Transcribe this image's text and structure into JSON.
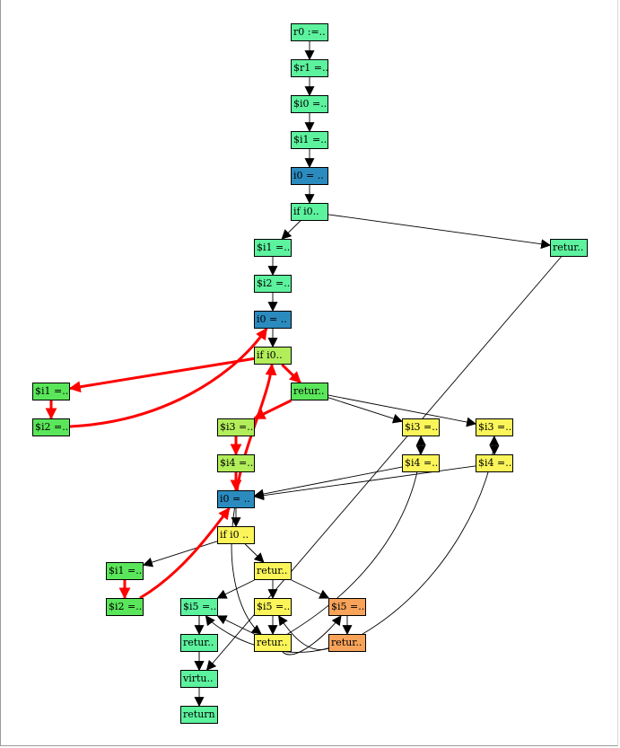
{
  "colors": {
    "green": "#5cf29e",
    "blue": "#2b8bbf",
    "yellow": "#fbf55a",
    "lime": "#b2ee5a",
    "bright_green": "#5ae65a",
    "orange": "#f7a35a",
    "edge": "#000000",
    "highlight": "#ff0000"
  },
  "nodes": [
    {
      "id": "n0",
      "label": "r0 :=..",
      "color": "green"
    },
    {
      "id": "n1",
      "label": "$r1 =..",
      "color": "green"
    },
    {
      "id": "n2",
      "label": "$i0 =..",
      "color": "green"
    },
    {
      "id": "n3",
      "label": "$i1 =..",
      "color": "green"
    },
    {
      "id": "n4",
      "label": "i0 = ..",
      "color": "blue"
    },
    {
      "id": "n5",
      "label": "if i0..",
      "color": "green"
    },
    {
      "id": "n6",
      "label": "$i1 =..",
      "color": "green"
    },
    {
      "id": "n7",
      "label": "retur..",
      "color": "green"
    },
    {
      "id": "n8",
      "label": "$i2 =..",
      "color": "green"
    },
    {
      "id": "n9",
      "label": "i0 = ..",
      "color": "blue"
    },
    {
      "id": "n10",
      "label": "if i0..",
      "color": "lime"
    },
    {
      "id": "n11",
      "label": "$i1 =..",
      "color": "bright_green"
    },
    {
      "id": "n12",
      "label": "retur..",
      "color": "bright_green"
    },
    {
      "id": "n13",
      "label": "$i2 =..",
      "color": "bright_green"
    },
    {
      "id": "n14",
      "label": "$i3 =..",
      "color": "lime"
    },
    {
      "id": "n15",
      "label": "$i3 =..",
      "color": "yellow"
    },
    {
      "id": "n16",
      "label": "$i3 =..",
      "color": "yellow"
    },
    {
      "id": "n17",
      "label": "$i4 =..",
      "color": "lime"
    },
    {
      "id": "n18",
      "label": "$i4 =..",
      "color": "yellow"
    },
    {
      "id": "n19",
      "label": "$i4 =..",
      "color": "yellow"
    },
    {
      "id": "n20",
      "label": "i0 = ..",
      "color": "blue"
    },
    {
      "id": "n21",
      "label": "if i0 ..",
      "color": "yellow"
    },
    {
      "id": "n22",
      "label": "$i1 =..",
      "color": "bright_green"
    },
    {
      "id": "n23",
      "label": "retur..",
      "color": "yellow"
    },
    {
      "id": "n24",
      "label": "$i2 =..",
      "color": "bright_green"
    },
    {
      "id": "n25",
      "label": "$i5 =..",
      "color": "green"
    },
    {
      "id": "n26",
      "label": "$i5 =..",
      "color": "yellow"
    },
    {
      "id": "n27",
      "label": "$i5 =..",
      "color": "orange"
    },
    {
      "id": "n28",
      "label": "retur..",
      "color": "green"
    },
    {
      "id": "n29",
      "label": "retur..",
      "color": "yellow"
    },
    {
      "id": "n30",
      "label": "retur..",
      "color": "orange"
    },
    {
      "id": "n31",
      "label": "virtu..",
      "color": "green"
    },
    {
      "id": "n32",
      "label": "return",
      "color": "green"
    }
  ],
  "edges": [
    {
      "from": "n0",
      "to": "n1",
      "kind": "normal"
    },
    {
      "from": "n1",
      "to": "n2",
      "kind": "normal"
    },
    {
      "from": "n2",
      "to": "n3",
      "kind": "normal"
    },
    {
      "from": "n3",
      "to": "n4",
      "kind": "normal"
    },
    {
      "from": "n4",
      "to": "n5",
      "kind": "normal"
    },
    {
      "from": "n5",
      "to": "n6",
      "kind": "normal"
    },
    {
      "from": "n5",
      "to": "n7",
      "kind": "normal"
    },
    {
      "from": "n6",
      "to": "n8",
      "kind": "normal"
    },
    {
      "from": "n8",
      "to": "n9",
      "kind": "normal"
    },
    {
      "from": "n9",
      "to": "n10",
      "kind": "normal"
    },
    {
      "from": "n10",
      "to": "n11",
      "kind": "highlight"
    },
    {
      "from": "n10",
      "to": "n12",
      "kind": "highlight"
    },
    {
      "from": "n11",
      "to": "n13",
      "kind": "highlight"
    },
    {
      "from": "n13",
      "to": "n9",
      "kind": "highlight"
    },
    {
      "from": "n12",
      "to": "n14",
      "kind": "highlight"
    },
    {
      "from": "n12",
      "to": "n15",
      "kind": "normal"
    },
    {
      "from": "n12",
      "to": "n16",
      "kind": "normal"
    },
    {
      "from": "n14",
      "to": "n17",
      "kind": "highlight"
    },
    {
      "from": "n17",
      "to": "n20",
      "kind": "highlight"
    },
    {
      "from": "n20",
      "to": "n10",
      "kind": "highlight"
    },
    {
      "from": "n15",
      "to": "n18",
      "kind": "normal"
    },
    {
      "from": "n16",
      "to": "n19",
      "kind": "normal"
    },
    {
      "from": "n18",
      "to": "n20",
      "kind": "normal"
    },
    {
      "from": "n19",
      "to": "n20",
      "kind": "normal"
    },
    {
      "from": "n20",
      "to": "n21",
      "kind": "normal"
    },
    {
      "from": "n21",
      "to": "n22",
      "kind": "normal"
    },
    {
      "from": "n21",
      "to": "n23",
      "kind": "normal"
    },
    {
      "from": "n22",
      "to": "n24",
      "kind": "highlight"
    },
    {
      "from": "n24",
      "to": "n20",
      "kind": "highlight"
    },
    {
      "from": "n23",
      "to": "n25",
      "kind": "normal"
    },
    {
      "from": "n23",
      "to": "n26",
      "kind": "normal"
    },
    {
      "from": "n23",
      "to": "n27",
      "kind": "normal"
    },
    {
      "from": "n25",
      "to": "n28",
      "kind": "normal"
    },
    {
      "from": "n26",
      "to": "n29",
      "kind": "normal"
    },
    {
      "from": "n27",
      "to": "n30",
      "kind": "normal"
    },
    {
      "from": "n28",
      "to": "n31",
      "kind": "normal"
    },
    {
      "from": "n31",
      "to": "n32",
      "kind": "normal"
    },
    {
      "from": "n29",
      "to": "n15",
      "kind": "normal"
    },
    {
      "from": "n30",
      "to": "n16",
      "kind": "normal"
    },
    {
      "from": "n29",
      "to": "n27",
      "kind": "normal"
    },
    {
      "from": "n30",
      "to": "n26",
      "kind": "normal"
    },
    {
      "from": "n29",
      "to": "n25",
      "kind": "normal"
    },
    {
      "from": "n30",
      "to": "n25",
      "kind": "normal"
    },
    {
      "from": "n7",
      "to": "n31",
      "kind": "normal"
    },
    {
      "from": "n20",
      "to": "n29",
      "kind": "normal"
    },
    {
      "from": "n25",
      "to": "n31",
      "kind": "normal"
    }
  ]
}
